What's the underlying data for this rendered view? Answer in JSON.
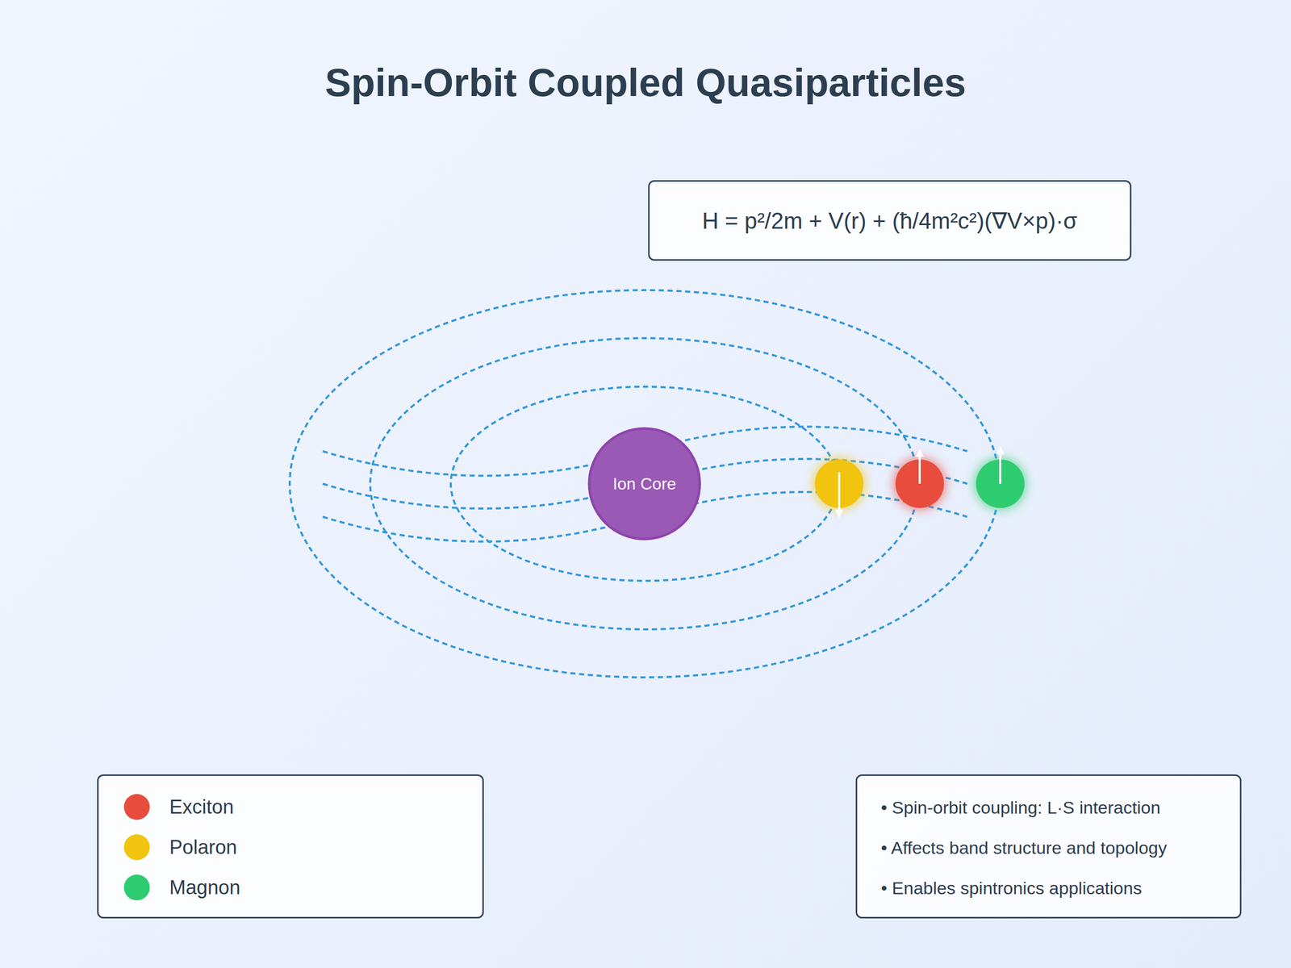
{
  "diagram": {
    "title": "Spin-Orbit Coupled Quasiparticles",
    "nodes": [
      {
        "text": [
          "H = p²/2m + V(r) + (ħ/4m²c²)(∇V×p)·σ"
        ]
      },
      {
        "text": [
          "Ion Core"
        ]
      },
      {
        "text": [
          "• Spin-orbit coupling: L·S interaction",
          "• Affects band structure and topology",
          "• Enables spintronics applications"
        ]
      }
    ],
    "legend": [
      {
        "text": "Exciton",
        "color": "#e74c3c"
      },
      {
        "text": "Polaron",
        "color": "#f1c40f"
      },
      {
        "text": "Magnon",
        "color": "#2ecc71"
      }
    ]
  }
}
